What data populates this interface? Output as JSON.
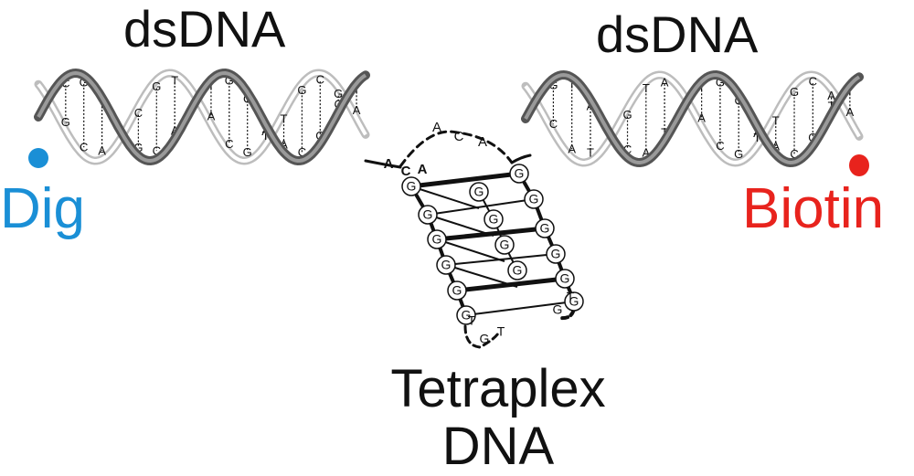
{
  "labels": {
    "left_duplex": "dsDNA",
    "right_duplex": "dsDNA",
    "left_end": "Dig",
    "right_end": "Biotin",
    "center_line1": "Tetraplex",
    "center_line2": "DNA"
  },
  "colors": {
    "dig": "#1a8fd6",
    "biotin": "#e8231d",
    "strand_dark": "#555555",
    "strand_light": "#bdbdbd",
    "ink": "#111111"
  },
  "left_duplex_pairs": [
    [
      "A",
      "T"
    ],
    [
      "C",
      "G"
    ],
    [
      "G",
      "C"
    ],
    [
      "T",
      "A"
    ],
    [
      "A",
      "T"
    ],
    [
      "C",
      "G"
    ],
    [
      "G",
      "C"
    ],
    [
      "T",
      "A"
    ],
    [
      "A",
      "T"
    ],
    [
      "T",
      "A"
    ],
    [
      "G",
      "C"
    ],
    [
      "C",
      "G"
    ],
    [
      "A",
      "T"
    ],
    [
      "T",
      "A"
    ],
    [
      "G",
      "C"
    ],
    [
      "C",
      "G"
    ],
    [
      "G",
      "C"
    ],
    [
      "T",
      "A"
    ]
  ],
  "right_duplex_pairs": [
    [
      "C",
      "G"
    ],
    [
      "G",
      "C"
    ],
    [
      "T",
      "A"
    ],
    [
      "A",
      "T"
    ],
    [
      "C",
      "G"
    ],
    [
      "G",
      "C"
    ],
    [
      "T",
      "A"
    ],
    [
      "A",
      "T"
    ],
    [
      "G",
      "C"
    ],
    [
      "T",
      "A"
    ],
    [
      "G",
      "C"
    ],
    [
      "C",
      "G"
    ],
    [
      "A",
      "T"
    ],
    [
      "T",
      "A"
    ],
    [
      "G",
      "C"
    ],
    [
      "C",
      "G"
    ],
    [
      "A",
      "T"
    ],
    [
      "T",
      "A"
    ]
  ],
  "linker_bases": [
    "A",
    "C",
    "A",
    "A",
    "C",
    "A"
  ],
  "tetraplex_g_left": [
    "G",
    "G",
    "G",
    "G",
    "G",
    "G"
  ],
  "tetraplex_g_right": [
    "G",
    "G",
    "G",
    "G",
    "G",
    "G"
  ],
  "tetraplex_g_inner": [
    "G",
    "G",
    "G",
    "G"
  ],
  "loop_bases": [
    "T",
    "G",
    "T",
    "G",
    "T"
  ]
}
